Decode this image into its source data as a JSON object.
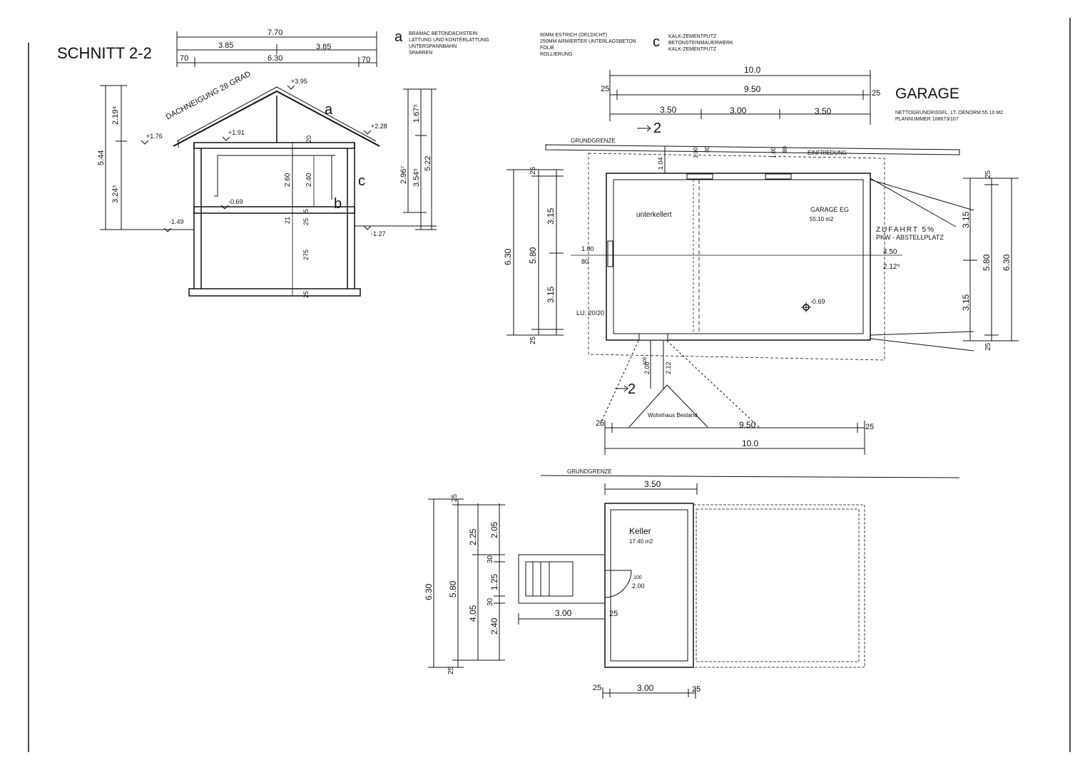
{
  "section": {
    "title": "SCHNITT 2-2",
    "roof_pitch": "DACHNEIGUNG 28 GRAD",
    "top_dims": {
      "overall": "7.70",
      "left_half": "3.85",
      "right_half": "3.85",
      "left_overhang": "70",
      "inner": "6.30",
      "right_overhang": "70"
    },
    "levels": {
      "ridge": "+3.95",
      "eave_left": "+1.76",
      "ceiling": "+1.91",
      "eave_right": "+2.28",
      "floor": "-0.69",
      "ground_left": "-1.49",
      "ground_right": "-1.27"
    },
    "left_dims": {
      "d1": "2.19⁴",
      "d2": "5.44",
      "d3": "3.24⁵"
    },
    "right_dims": {
      "d1": "1.67⁵",
      "d2": "5.22",
      "d3": "2.96⁷",
      "d4": "3.54⁵"
    },
    "inner_dims": {
      "h1": "2.60",
      "h2": "2.40",
      "slab_top": "20",
      "slab_mid": "25",
      "slab_mid2": "5",
      "gap": "21",
      "base": "275",
      "bottom": "25"
    },
    "markers": {
      "a": "a",
      "b": "b",
      "c": "c"
    }
  },
  "legend": {
    "a": {
      "letter": "a",
      "lines": [
        "BRAMAC BETONDACHSTEIN",
        "LATTUNG UND KONTERLATTUNG",
        "UNTERSPANNBAHN",
        "SPARREN"
      ]
    },
    "b": {
      "lines": [
        "60MM ESTRICH (OELDICHT)",
        "250MM ARMIERTER UNTERLAGSBETON",
        "FOLIE",
        "ROLLIERUNG"
      ]
    },
    "c": {
      "letter": "c",
      "lines": [
        "KALK-ZEMENTPUTZ",
        "BETONSTEINMAUERWERK",
        "KALK-ZEMENTPUTZ"
      ]
    }
  },
  "garage": {
    "title": "GARAGE",
    "subtitle1": "NETTOGRUNDRISSFL. LT. OENORM 55.10 M2",
    "subtitle2": "PLANNUMMER 108673/107",
    "boundary": "GRUNDGRENZE",
    "fence": "EINFRIEDUNG",
    "section_marker": "2",
    "top_dims": {
      "overall": "10.0",
      "left": "25",
      "inner": "9.50",
      "right": "25",
      "s1": "3.50",
      "s2": "3.00",
      "s3": "3.50"
    },
    "bottom_dims": {
      "left": "25",
      "inner": "9.50",
      "right": "25",
      "overall": "10.0"
    },
    "left_dims": {
      "d630": "6.30",
      "d580": "5.80",
      "d315a": "3.15",
      "d315b": "3.15",
      "d25a": "25",
      "d25b": "25",
      "d104": "1.04"
    },
    "right_dims": {
      "d630": "6.30",
      "d580": "5.80",
      "d315a": "3.15",
      "d315b": "3.15",
      "d25a": "25",
      "d25b": "25"
    },
    "window_dims": {
      "w1a": "1.00",
      "w1b": "80",
      "w2a": "1.00",
      "w2b": "80",
      "side_a": "1.00",
      "side_b": "80"
    },
    "rooms": {
      "left": "unterkellert",
      "right": "GARAGE EG",
      "area": "55.10 m2"
    },
    "access": {
      "line1": "ZUFAHRT 5%",
      "line2": "PKW - ABSTELLPLATZ",
      "dim1": "4.50",
      "dim2": "2.12⁵"
    },
    "vent": "LU. 20/20",
    "level": "-0.69",
    "door_dims": {
      "a": "2.00",
      "b": "2.12",
      "c": "100"
    },
    "existing": "Wohnhaus Bestand"
  },
  "basement": {
    "boundary": "GRUNDGRENZE",
    "top_dim": "3.50",
    "room": "Keller",
    "area": "17.40 m2",
    "door": {
      "a": "100",
      "b": "2.00"
    },
    "stair_dim": "3.00",
    "stair_wall": "25",
    "left_dims": {
      "d630": "6.30",
      "d580": "5.80",
      "d225": "2.25",
      "d405": "4.05",
      "d205": "2.05",
      "d30a": "30",
      "d125": "1.25",
      "d30b": "30",
      "d240": "2.40",
      "d25a": "25",
      "d25b": "25"
    },
    "bottom_dims": {
      "left": "25",
      "inner": "3.00",
      "right": "25"
    }
  }
}
